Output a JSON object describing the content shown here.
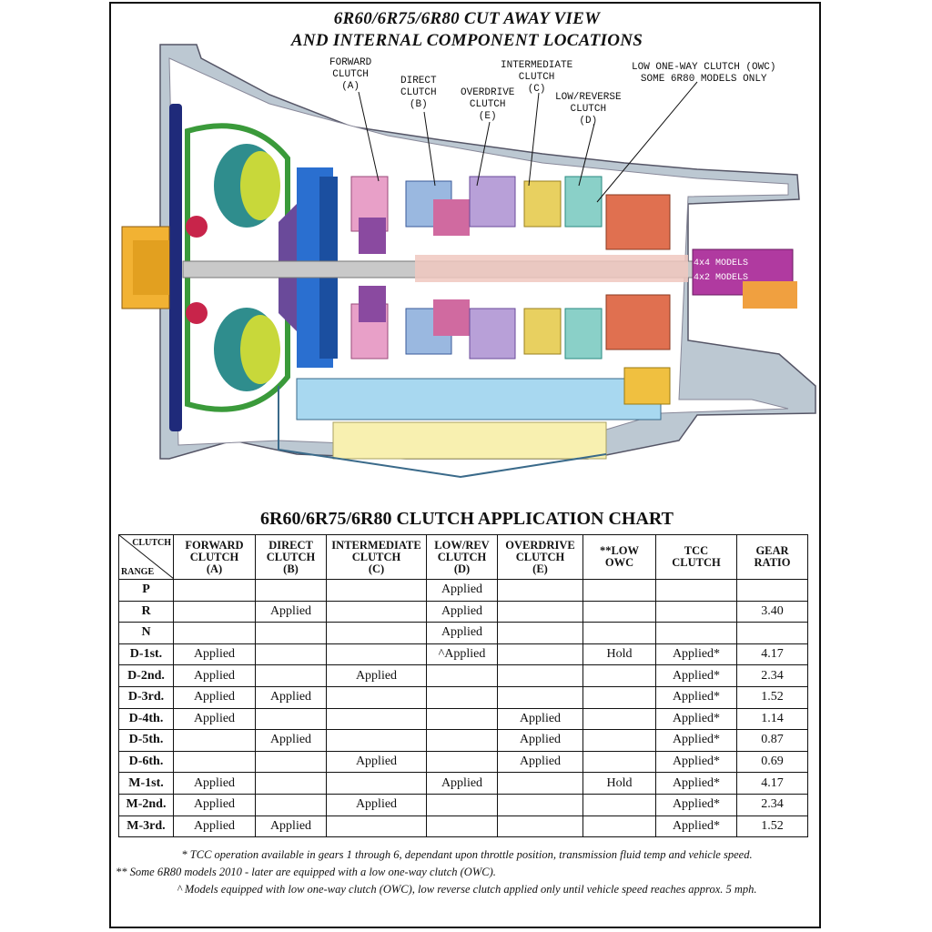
{
  "titles": {
    "line1": "6R60/6R75/6R80 CUT AWAY VIEW",
    "line2": "AND INTERNAL COMPONENT LOCATIONS"
  },
  "callouts": {
    "forward": [
      "FORWARD",
      "CLUTCH",
      "(A)"
    ],
    "direct": [
      "DIRECT",
      "CLUTCH",
      "(B)"
    ],
    "overdrive": [
      "OVERDRIVE",
      "CLUTCH",
      "(E)"
    ],
    "intermediate": [
      "INTERMEDIATE",
      "CLUTCH",
      "(C)"
    ],
    "low_reverse": [
      "LOW/REVERSE",
      "CLUTCH",
      "(D)"
    ],
    "low_owc": [
      "LOW ONE-WAY CLUTCH (OWC)",
      "SOME 6R80 MODELS ONLY"
    ],
    "models_4x4": "4x4 MODELS",
    "models_4x2": "4x2 MODELS"
  },
  "chart": {
    "title": "6R60/6R75/6R80 CLUTCH APPLICATION CHART",
    "corner_clutch": "CLUTCH",
    "corner_range": "RANGE",
    "headers": [
      [
        "FORWARD",
        "CLUTCH",
        "(A)"
      ],
      [
        "DIRECT",
        "CLUTCH",
        "(B)"
      ],
      [
        "INTERMEDIATE",
        "CLUTCH",
        "(C)"
      ],
      [
        "LOW/REV",
        "CLUTCH",
        "(D)"
      ],
      [
        "OVERDRIVE",
        "CLUTCH",
        "(E)"
      ],
      [
        "**LOW",
        "OWC",
        ""
      ],
      [
        "TCC",
        "CLUTCH",
        ""
      ],
      [
        "GEAR",
        "RATIO",
        ""
      ]
    ],
    "rows": [
      [
        "P",
        "",
        "",
        "",
        "Applied",
        "",
        "",
        "",
        ""
      ],
      [
        "R",
        "",
        "Applied",
        "",
        "Applied",
        "",
        "",
        "",
        "3.40"
      ],
      [
        "N",
        "",
        "",
        "",
        "Applied",
        "",
        "",
        "",
        ""
      ],
      [
        "D-1st.",
        "Applied",
        "",
        "",
        "^Applied",
        "",
        "Hold",
        "Applied*",
        "4.17"
      ],
      [
        "D-2nd.",
        "Applied",
        "",
        "Applied",
        "",
        "",
        "",
        "Applied*",
        "2.34"
      ],
      [
        "D-3rd.",
        "Applied",
        "Applied",
        "",
        "",
        "",
        "",
        "Applied*",
        "1.52"
      ],
      [
        "D-4th.",
        "Applied",
        "",
        "",
        "",
        "Applied",
        "",
        "Applied*",
        "1.14"
      ],
      [
        "D-5th.",
        "",
        "Applied",
        "",
        "",
        "Applied",
        "",
        "Applied*",
        "0.87"
      ],
      [
        "D-6th.",
        "",
        "",
        "Applied",
        "",
        "Applied",
        "",
        "Applied*",
        "0.69"
      ],
      [
        "M-1st.",
        "Applied",
        "",
        "",
        "Applied",
        "",
        "Hold",
        "Applied*",
        "4.17"
      ],
      [
        "M-2nd.",
        "Applied",
        "",
        "Applied",
        "",
        "",
        "",
        "Applied*",
        "2.34"
      ],
      [
        "M-3rd.",
        "Applied",
        "Applied",
        "",
        "",
        "",
        "",
        "Applied*",
        "1.52"
      ]
    ]
  },
  "notes": {
    "n1": "* TCC operation available in gears 1 through 6, dependant upon throttle position, transmission fluid temp and vehicle speed.",
    "n2": "** Some 6R80 models 2010 - later are equipped with a low one-way clutch (OWC).",
    "n3": "^ Models equipped with low one-way clutch (OWC), low reverse clutch applied only until vehicle speed reaches approx. 5 mph."
  }
}
